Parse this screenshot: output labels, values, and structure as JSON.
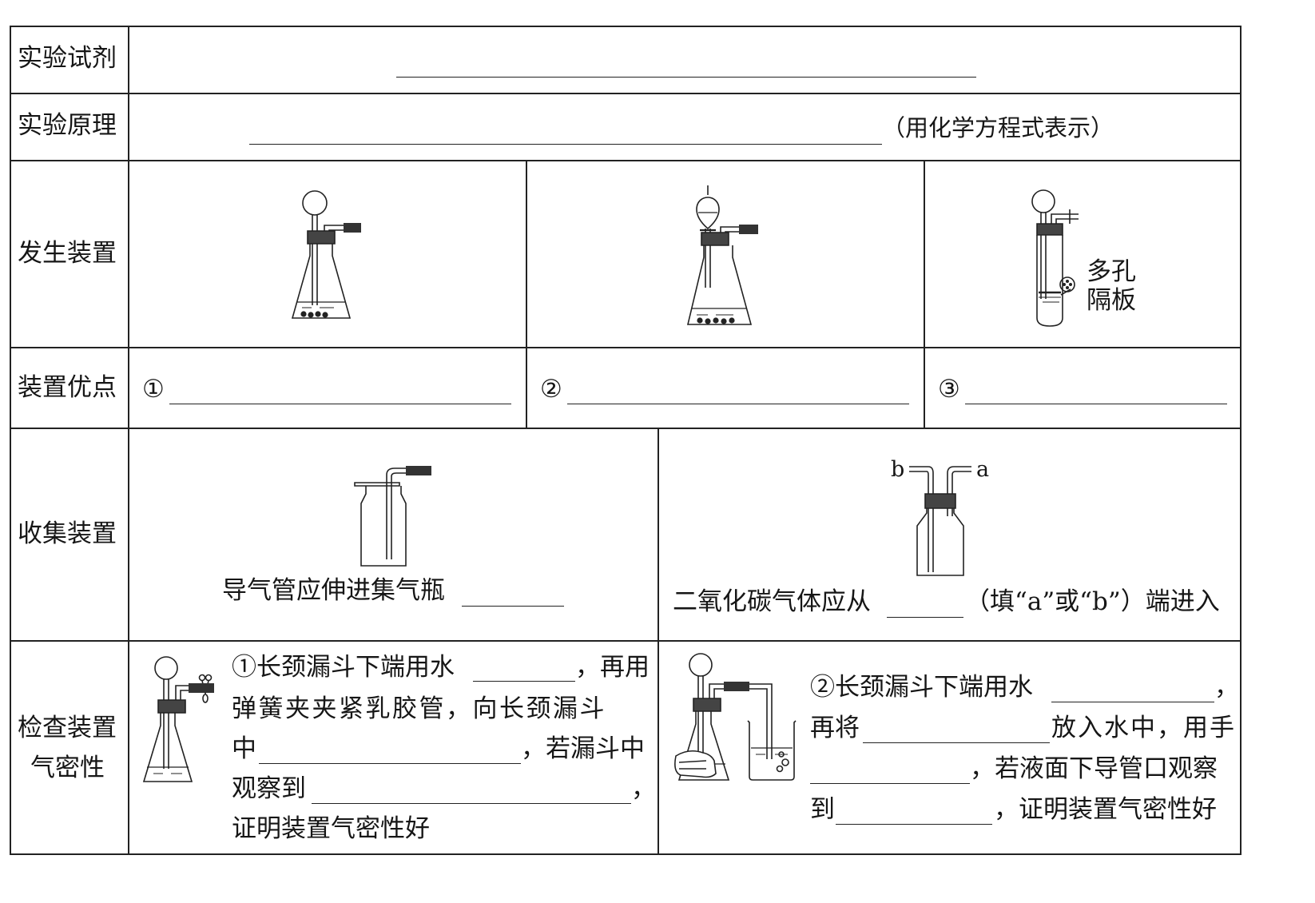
{
  "rows": {
    "reagents": {
      "label": "实验试剂"
    },
    "principle": {
      "label": "实验原理",
      "suffix": "（用化学方程式表示）"
    },
    "generator": {
      "label": "发生装置",
      "plate_label_line1": "多孔",
      "plate_label_line2": "隔板"
    },
    "advantages": {
      "label": "装置优点",
      "markers": [
        "①",
        "②",
        "③"
      ]
    },
    "collection": {
      "label": "收集装置",
      "left_text": "导气管应伸进集气瓶",
      "right_text_pre": "二氧化碳气体应从",
      "right_text_post": "（填“a”或“b”）端进入",
      "port_b": "b",
      "port_a": "a"
    },
    "airtightness": {
      "label_line1": "检查装置",
      "label_line2": "气密性",
      "left": {
        "l1_a": "①长颈漏斗下端用水",
        "l1_b": "，再用",
        "l2": "弹簧夹夹紧乳胶管，向长颈漏斗",
        "l3_a": "中",
        "l3_b": "，若漏斗中",
        "l4_a": "观察到",
        "l4_b": "，",
        "l5": "证明装置气密性好"
      },
      "right": {
        "l1_a": "②长颈漏斗下端用水",
        "l1_b": "，",
        "l2_a": "再将",
        "l2_b": "放入水中，用手",
        "l3_b": "，若液面下导管口观察",
        "l4_a": "到",
        "l4_b": "，证明装置气密性好"
      }
    }
  }
}
